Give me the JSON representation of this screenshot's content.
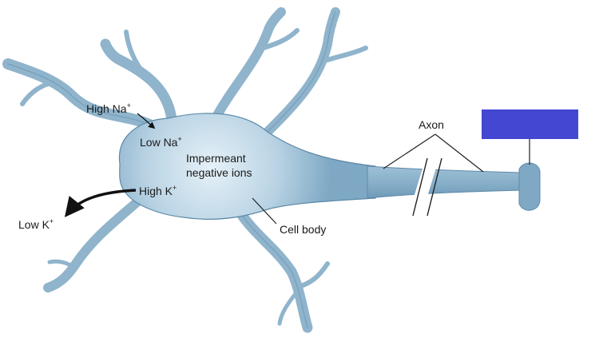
{
  "labels": {
    "high_na": {
      "text": "High Na",
      "sup": "+"
    },
    "low_na": {
      "text": "Low Na",
      "sup": "+"
    },
    "impermeant_line1": "Impermeant",
    "impermeant_line2": "negative ions",
    "high_k": {
      "text": "High K",
      "sup": "+"
    },
    "low_k": {
      "text": "Low K",
      "sup": "+"
    },
    "axon": "Axon",
    "cell_body": "Cell body"
  },
  "colors": {
    "cell_fill_center": "#e6f1f8",
    "cell_fill_edge": "#7ea8c4",
    "cell_outline": "#3f6f8f",
    "label_box": "#4347d1",
    "arrow": "#111111"
  }
}
